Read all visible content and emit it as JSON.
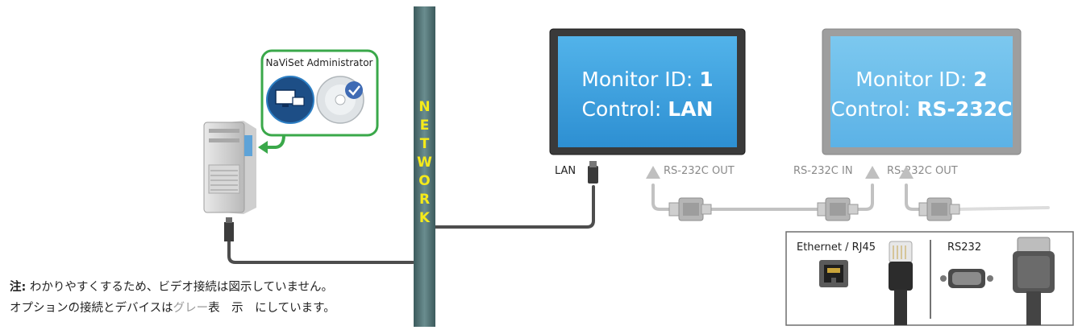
{
  "software": {
    "label": "NaViSet Administrator"
  },
  "network": {
    "letters": [
      "N",
      "E",
      "T",
      "W",
      "O",
      "R",
      "K"
    ]
  },
  "monitor1": {
    "id_label": "Monitor ID: ",
    "id_value": "1",
    "control_label": "Control: ",
    "control_value": "LAN"
  },
  "monitor2": {
    "id_label": "Monitor ID: ",
    "id_value": "2",
    "control_label": "Control: ",
    "control_value": "RS-232C"
  },
  "ports": {
    "lan": "LAN",
    "m1_rs232_out": "RS-232C OUT",
    "m2_rs232_in": "RS-232C IN",
    "m2_rs232_out": "RS-232C OUT"
  },
  "legend": {
    "ethernet": "Ethernet / RJ45",
    "rs232": "RS232"
  },
  "note": {
    "line1_bold": "注:",
    "line1_text": " わかりやすくするため、ビデオ接続は図示していません。",
    "line2_a": "オプションの接続とデバイスは",
    "line2_gray": "グレー",
    "line2_b": "表　示　にしています。"
  },
  "colors": {
    "cable": "#4d4d4d",
    "network_pole": "#4c6d6f",
    "network_text": "#f5ea1a",
    "green": "#3aa84a",
    "screen": "#3da0de",
    "optional": "#bfbfbf"
  }
}
